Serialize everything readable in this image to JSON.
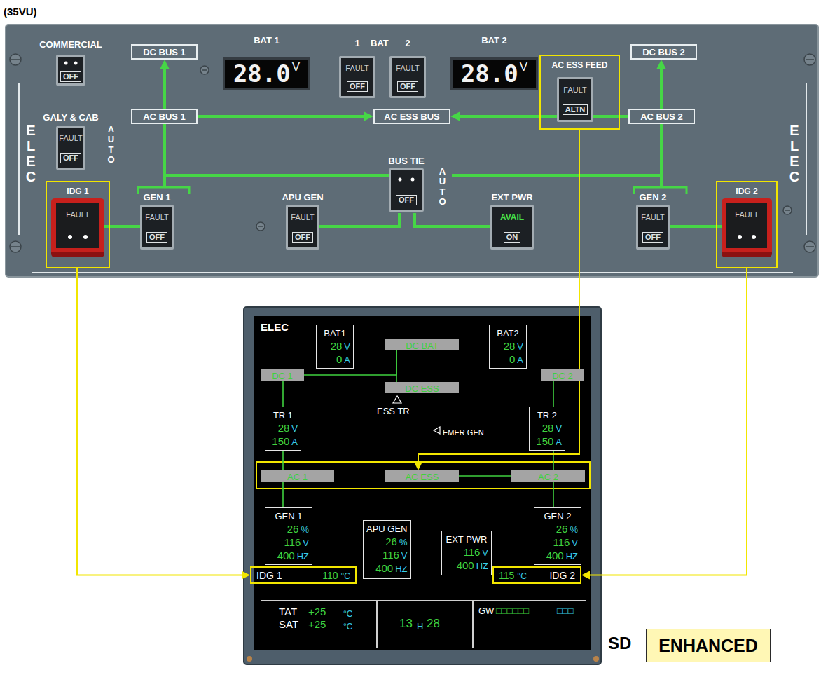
{
  "diagram": {
    "nodes": [
      {
        "text": [
          "(35VU)",
          "ELEC",
          "ELEC"
        ]
      },
      {
        "text": [
          "COMMERCIAL",
          "OFF"
        ],
        "in": 0
      },
      {
        "text": [
          "DC BUS 1"
        ],
        "in": 0
      },
      {
        "text": [
          "BAT 1",
          "28.0",
          "V"
        ],
        "in": 0
      },
      {
        "text": [
          "1",
          "FAULT",
          "OFF"
        ],
        "in": 0
      },
      {
        "text": [
          "2",
          "FAULT",
          "OFF"
        ],
        "in": 0
      },
      {
        "text": [
          "BAT 2",
          "28.0",
          "V"
        ],
        "in": 0
      },
      {
        "text": [
          "AC ESS FEED"
        ],
        "in": 0
      },
      {
        "text": [
          "FAULT",
          "ALTN"
        ],
        "in": 7
      },
      {
        "text": [
          "DC BUS 2"
        ],
        "in": 0
      },
      {
        "text": [
          "GALY & CAB",
          "FAULT",
          "OFF",
          "AUTO"
        ],
        "in": 0
      },
      {
        "text": [
          "AC BUS 1"
        ],
        "in": 0
      },
      {
        "text": [
          "AC ESS BUS"
        ],
        "in": 0
      },
      {
        "text": [
          "AC BUS 2"
        ],
        "in": 0
      },
      {
        "text": [
          "BUS TIE",
          "OFF",
          "AUTO"
        ],
        "in": 0
      },
      {
        "text": [
          "IDG 1"
        ],
        "in": 0
      },
      {
        "text": [
          "FAULT"
        ],
        "in": 15
      },
      {
        "text": [
          "GEN 1",
          "FAULT",
          "OFF"
        ],
        "in": 0
      },
      {
        "text": [
          "APU GEN",
          "FAULT",
          "OFF"
        ],
        "in": 0
      },
      {
        "text": [
          "EXT PWR",
          "AVAIL",
          "ON"
        ],
        "in": 0
      },
      {
        "text": [
          "GEN 2",
          "FAULT",
          "OFF"
        ],
        "in": 0
      },
      {
        "text": [
          "IDG 2"
        ],
        "in": 0
      },
      {
        "text": [
          "FAULT"
        ],
        "in": 21
      },
      {
        "text": [
          "ELEC"
        ]
      },
      {
        "text": [
          "BAT1",
          "28",
          "V",
          "0",
          "A"
        ],
        "in": 23
      },
      {
        "text": [
          "DC BAT"
        ],
        "in": 23
      },
      {
        "text": [
          "BAT2",
          "28",
          "V",
          "0",
          "A"
        ],
        "in": 23
      },
      {
        "text": [
          "DC 1"
        ],
        "in": 23
      },
      {
        "text": [
          "DC 2"
        ],
        "in": 23
      },
      {
        "text": [
          "DC ESS"
        ],
        "in": 23
      },
      {
        "text": [
          "TR 1",
          "28",
          "V",
          "150",
          "A"
        ],
        "in": 23
      },
      {
        "text": [
          "TR 2",
          "28",
          "V",
          "150",
          "A"
        ],
        "in": 23
      },
      {
        "text": [
          "AC 1"
        ],
        "in": 23
      },
      {
        "text": [
          "AC ESS"
        ],
        "in": 23
      },
      {
        "text": [
          "AC 2"
        ],
        "in": 23
      },
      {
        "text": [
          "GEN 1",
          "26",
          "%",
          "116",
          "V",
          "400",
          "HZ"
        ],
        "in": 23
      },
      {
        "text": [
          "APU GEN",
          "26",
          "%",
          "116",
          "V",
          "400",
          "HZ"
        ],
        "in": 23
      },
      {
        "text": [
          "EXT PWR",
          "116",
          "V",
          "400",
          "HZ"
        ],
        "in": 23
      },
      {
        "text": [
          "GEN 2",
          "26",
          "%",
          "116",
          "V",
          "400",
          "HZ"
        ],
        "in": 23
      },
      {
        "text": [
          "IDG 1",
          "110",
          "°C"
        ],
        "in": 23
      },
      {
        "text": [
          "115",
          "°C",
          "IDG 2"
        ],
        "in": 23
      },
      {
        "text": [
          "ENHANCED"
        ]
      }
    ],
    "edges": [
      {
        "from": 11,
        "to": 2,
        "arrow": "to"
      },
      {
        "from": 11,
        "to": 12,
        "arrow": "to"
      },
      {
        "from": 13,
        "to": 8,
        "arrow": "none"
      },
      {
        "from": 8,
        "to": 12,
        "arrow": "to"
      },
      {
        "from": 13,
        "to": 9,
        "arrow": "to"
      },
      {
        "from": 11,
        "to": 17,
        "arrow": "none"
      },
      {
        "from": 13,
        "to": 20,
        "arrow": "none"
      },
      {
        "from": 16,
        "to": 17,
        "arrow": "none"
      },
      {
        "from": 20,
        "to": 22,
        "arrow": "none"
      },
      {
        "from": 18,
        "to": 14,
        "arrow": "none"
      },
      {
        "from": 19,
        "to": 14,
        "arrow": "none"
      },
      {
        "from": 14,
        "to": 11,
        "arrow": "none"
      },
      {
        "from": 14,
        "to": 13,
        "arrow": "none"
      },
      {
        "from": 27,
        "to": 25,
        "arrow": "none"
      },
      {
        "from": 25,
        "to": 29,
        "arrow": "none"
      },
      {
        "from": 30,
        "to": 27,
        "arrow": "none"
      },
      {
        "from": 30,
        "to": 32,
        "arrow": "none"
      },
      {
        "from": 35,
        "to": 32,
        "arrow": "none"
      },
      {
        "from": 33,
        "to": 34,
        "arrow": "none"
      },
      {
        "from": 31,
        "to": 28,
        "arrow": "none"
      },
      {
        "from": 31,
        "to": 34,
        "arrow": "none"
      },
      {
        "from": 38,
        "to": 34,
        "arrow": "none"
      },
      {
        "from": 15,
        "to": 39,
        "arrow": "to"
      },
      {
        "from": 21,
        "to": 40,
        "arrow": "to"
      },
      {
        "from": 7,
        "to": 33,
        "arrow": "to"
      }
    ],
    "labels": [
      "BAT",
      "ESS TR",
      "EMER GEN",
      "TAT",
      "+25",
      "°C",
      "SAT",
      "+25",
      "°C",
      "13",
      "H",
      "28",
      "GW",
      "□□□□□□",
      "□□□",
      "SD"
    ]
  }
}
